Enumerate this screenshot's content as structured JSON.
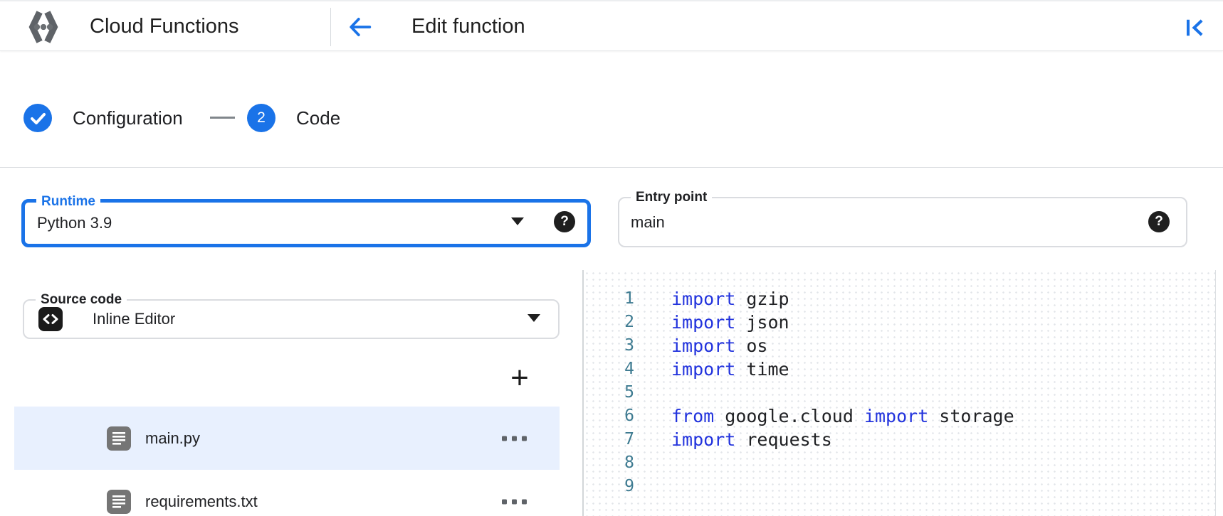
{
  "header": {
    "product_name": "Cloud Functions",
    "page_title": "Edit function"
  },
  "stepper": {
    "step1_label": "Configuration",
    "step2_number": "2",
    "step2_label": "Code"
  },
  "fields": {
    "runtime": {
      "label": "Runtime",
      "value": "Python 3.9"
    },
    "entry_point": {
      "label": "Entry point",
      "value": "main"
    },
    "source_code": {
      "label": "Source code",
      "value": "Inline Editor"
    }
  },
  "icons": {
    "help_glyph": "?"
  },
  "file_explorer": {
    "add_label": "+",
    "files": [
      {
        "name": "main.py",
        "selected": true
      },
      {
        "name": "requirements.txt",
        "selected": false
      }
    ]
  },
  "editor": {
    "lines": [
      {
        "num": "1",
        "tokens": [
          {
            "kind": "keyword",
            "text": "import"
          },
          {
            "kind": "plain",
            "text": " gzip"
          }
        ]
      },
      {
        "num": "2",
        "tokens": [
          {
            "kind": "keyword",
            "text": "import"
          },
          {
            "kind": "plain",
            "text": " json"
          }
        ]
      },
      {
        "num": "3",
        "tokens": [
          {
            "kind": "keyword",
            "text": "import"
          },
          {
            "kind": "plain",
            "text": " os"
          }
        ]
      },
      {
        "num": "4",
        "tokens": [
          {
            "kind": "keyword",
            "text": "import"
          },
          {
            "kind": "plain",
            "text": " time"
          }
        ]
      },
      {
        "num": "5",
        "tokens": []
      },
      {
        "num": "6",
        "tokens": [
          {
            "kind": "keyword",
            "text": "from"
          },
          {
            "kind": "plain",
            "text": " google.cloud "
          },
          {
            "kind": "keyword",
            "text": "import"
          },
          {
            "kind": "plain",
            "text": " storage"
          }
        ]
      },
      {
        "num": "7",
        "tokens": [
          {
            "kind": "keyword",
            "text": "import"
          },
          {
            "kind": "plain",
            "text": " requests"
          }
        ]
      },
      {
        "num": "8",
        "tokens": []
      },
      {
        "num": "9",
        "tokens": []
      }
    ]
  },
  "colors": {
    "accent_blue": "#1a73e8",
    "text_primary": "#202124",
    "border_gray": "#dadce0",
    "selected_row_bg": "#e8f0fe",
    "keyword_blue": "#2233dd",
    "line_number_teal": "#3e7b91",
    "icon_gray": "#5f6368"
  }
}
